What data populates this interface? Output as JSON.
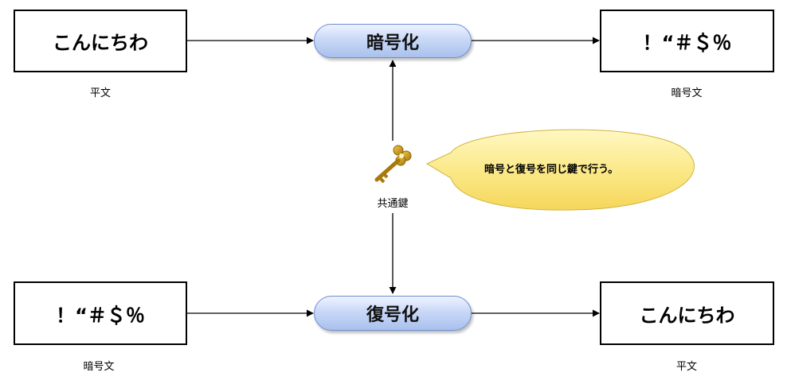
{
  "nodes": {
    "plaintext_top": "こんにちわ",
    "encrypt": "暗号化",
    "ciphertext_top": "！“＃＄％",
    "ciphertext_bottom": "！“＃＄％",
    "decrypt": "復号化",
    "plaintext_bottom": "こんにちわ"
  },
  "captions": {
    "plaintext_top": "平文",
    "ciphertext_top": "暗号文",
    "key": "共通鍵",
    "ciphertext_bottom": "暗号文",
    "plaintext_bottom": "平文"
  },
  "callout": "暗号と復号を同じ鍵で行う。",
  "icons": {
    "key": "key-icon"
  },
  "colors": {
    "pill_fill": "#c9d8f7",
    "pill_border": "#6f8fcf",
    "callout_fill": "#fbe98a",
    "key": "#c9960c"
  }
}
